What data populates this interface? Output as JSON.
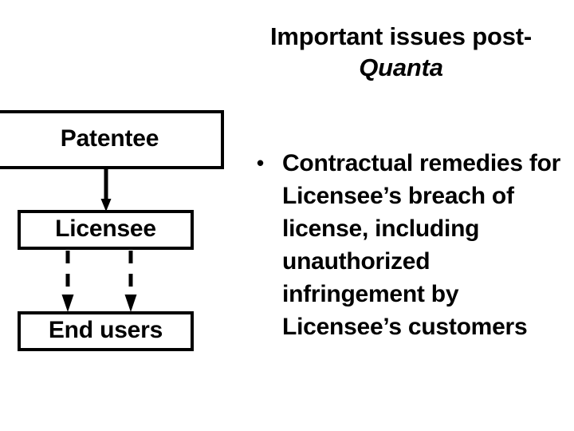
{
  "slide": {
    "title": {
      "line1": "Important issues post-",
      "line2": "Quanta"
    },
    "diagram": {
      "name": "patent-licensing-flow",
      "boxes": [
        {
          "id": "patentee",
          "label": "Patentee"
        },
        {
          "id": "licensee",
          "label": "Licensee"
        },
        {
          "id": "endusers",
          "label": "End users"
        }
      ],
      "connectors": [
        {
          "id": "patentee-to-licensee",
          "style": "solid",
          "from": "patentee",
          "to": "licensee",
          "arrowhead": "filled"
        },
        {
          "id": "licensee-to-endusers-left",
          "style": "dashed",
          "from": "licensee",
          "to": "endusers",
          "arrowhead": "filled"
        },
        {
          "id": "licensee-to-endusers-right",
          "style": "dashed",
          "from": "licensee",
          "to": "endusers",
          "arrowhead": "filled"
        }
      ]
    },
    "bullets": [
      {
        "marker": "•",
        "text": "Contractual remedies for Licensee’s breach of license, including unauthorized infringement by Licensee’s customers"
      }
    ],
    "colors": {
      "background": "#ffffff",
      "foreground": "#000000",
      "box_border": "#000000"
    }
  }
}
